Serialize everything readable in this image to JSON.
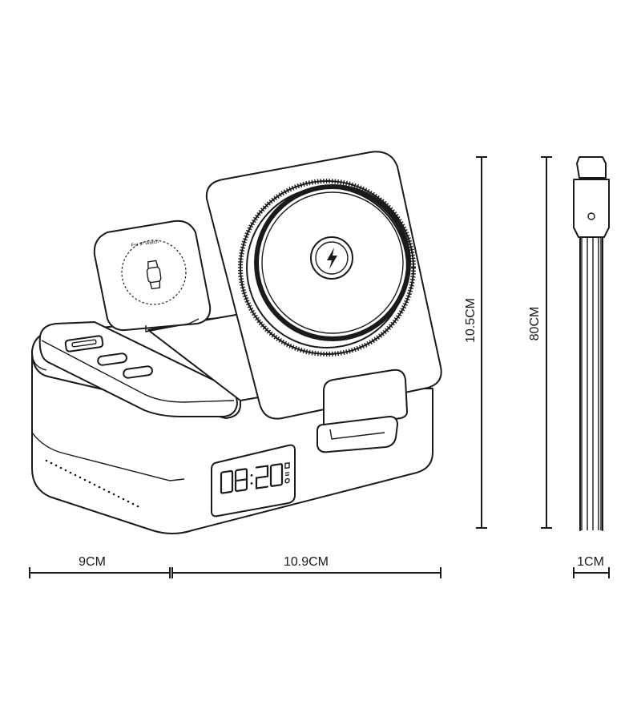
{
  "labels": {
    "width_left": "9CM",
    "width_right": "10.9CM",
    "height_device": "10.5CM",
    "cable_length": "80CM",
    "cable_width": "1CM",
    "watch_pad_text": "For iP Watch",
    "clock_display": "08:20"
  },
  "icons": {
    "wireless_charging": "lightning-bolt-icon",
    "watch": "watch-icon"
  }
}
